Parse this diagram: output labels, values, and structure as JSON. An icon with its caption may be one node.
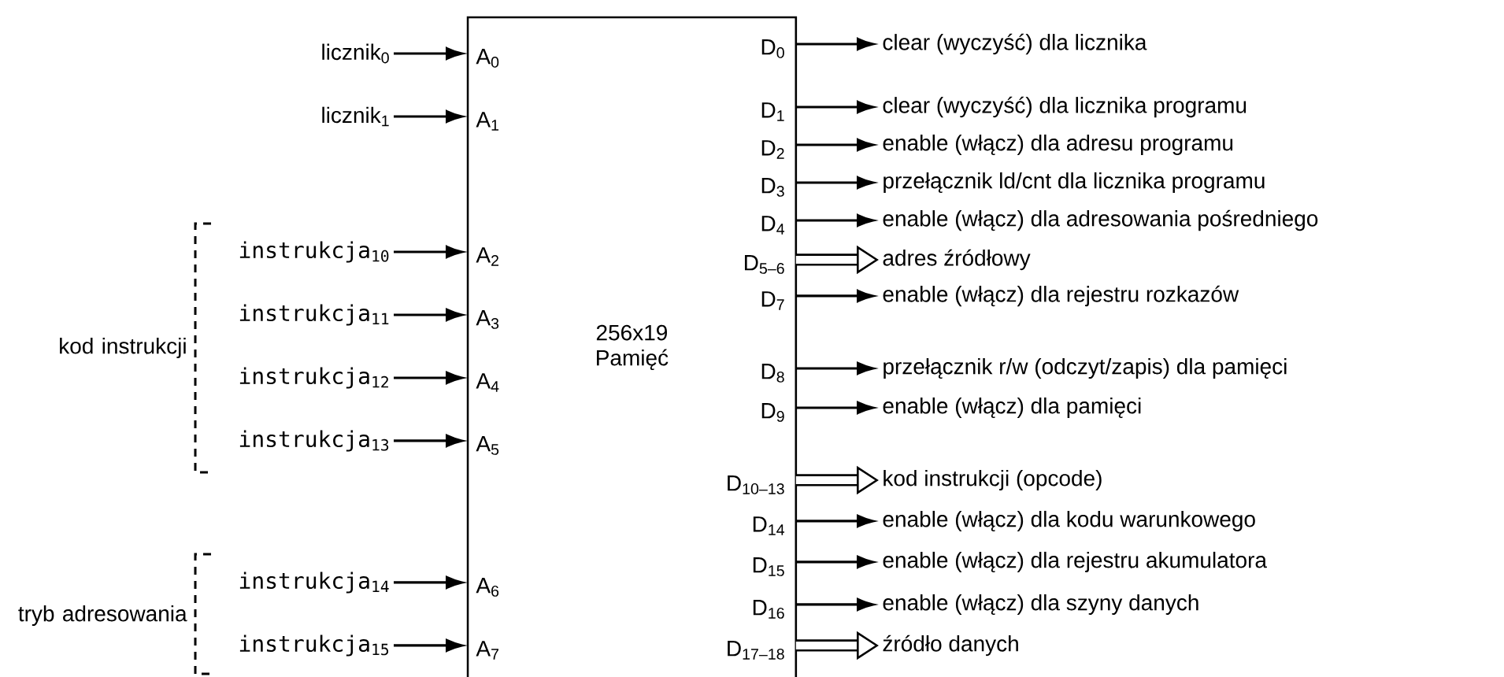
{
  "diagram": {
    "nodes": [
      {
        "text": [
          "256x19 Pamięć"
        ]
      },
      {
        "text": [
          "licznik$_{0}$"
        ]
      },
      {
        "text": [
          "licznik$_{1}$"
        ]
      },
      {
        "text": [
          "instrukcja$_{10}$"
        ]
      },
      {
        "text": [
          "instrukcja$_{11}$"
        ]
      },
      {
        "text": [
          "instrukcja$_{12}$"
        ]
      },
      {
        "text": [
          "instrukcja$_{13}$"
        ]
      },
      {
        "text": [
          "instrukcja$_{14}$"
        ]
      },
      {
        "text": [
          "instrukcja$_{15}$"
        ]
      },
      {
        "text": [
          "clear (wyczyść) dla licznika"
        ]
      },
      {
        "text": [
          "clear (wyczyść) dla licznika programu"
        ]
      },
      {
        "text": [
          "enable (włącz) dla adresu programu"
        ]
      },
      {
        "text": [
          "przełącznik ld/cnt dla licznika programu"
        ]
      },
      {
        "text": [
          "enable (włącz) dla adresowania pośredniego"
        ]
      },
      {
        "text": [
          "adres źródłowy"
        ]
      },
      {
        "text": [
          "enable (włącz) dla rejestru rozkazów"
        ]
      },
      {
        "text": [
          "przełącznik r/w (odczyt/zapis) dla pamięci"
        ]
      },
      {
        "text": [
          "enable (włącz) dla pamięci"
        ]
      },
      {
        "text": [
          "kod instrukcji (opcode)"
        ]
      },
      {
        "text": [
          "enable (włącz) dla kodu warunkowego"
        ]
      },
      {
        "text": [
          "enable (włącz) dla rejestru akumulatora"
        ]
      },
      {
        "text": [
          "enable (włącz) dla szyny danych"
        ]
      },
      {
        "text": [
          "źródło danych"
        ]
      }
    ],
    "edges": [
      {
        "from": 1,
        "to": 0,
        "arrow": "to"
      },
      {
        "from": 2,
        "to": 0,
        "arrow": "to"
      },
      {
        "from": 3,
        "to": 0,
        "arrow": "to"
      },
      {
        "from": 4,
        "to": 0,
        "arrow": "to"
      },
      {
        "from": 5,
        "to": 0,
        "arrow": "to"
      },
      {
        "from": 6,
        "to": 0,
        "arrow": "to"
      },
      {
        "from": 7,
        "to": 0,
        "arrow": "to"
      },
      {
        "from": 8,
        "to": 0,
        "arrow": "to"
      },
      {
        "from": 0,
        "to": 9,
        "arrow": "to"
      },
      {
        "from": 0,
        "to": 10,
        "arrow": "to"
      },
      {
        "from": 0,
        "to": 11,
        "arrow": "to"
      },
      {
        "from": 0,
        "to": 12,
        "arrow": "to"
      },
      {
        "from": 0,
        "to": 13,
        "arrow": "to"
      },
      {
        "from": 0,
        "to": 14,
        "arrow": "to",
        "style": "thick"
      },
      {
        "from": 0,
        "to": 15,
        "arrow": "to"
      },
      {
        "from": 0,
        "to": 16,
        "arrow": "to"
      },
      {
        "from": 0,
        "to": 17,
        "arrow": "to"
      },
      {
        "from": 0,
        "to": 18,
        "arrow": "to",
        "style": "thick"
      },
      {
        "from": 0,
        "to": 19,
        "arrow": "to"
      },
      {
        "from": 0,
        "to": 20,
        "arrow": "to"
      },
      {
        "from": 0,
        "to": 21,
        "arrow": "to"
      },
      {
        "from": 0,
        "to": 22,
        "arrow": "to",
        "style": "thick"
      }
    ],
    "labels": [
      "kod instrukcji",
      "tryb adresowania",
      "A$_{0}$",
      "A$_{1}$",
      "A$_{2}$",
      "A$_{3}$",
      "A$_{4}$",
      "A$_{5}$",
      "A$_{6}$",
      "A$_{7}$",
      "D$_{0}$",
      "D$_{1}$",
      "D$_{2}$",
      "D$_{3}$",
      "D$_{4}$",
      "D$_{5–6}$",
      "D$_{7}$",
      "D$_{8}$",
      "D$_{9}$",
      "D$_{10–13}$",
      "D$_{14}$",
      "D$_{15}$",
      "D$_{16}$",
      "D$_{17–18}$"
    ]
  }
}
